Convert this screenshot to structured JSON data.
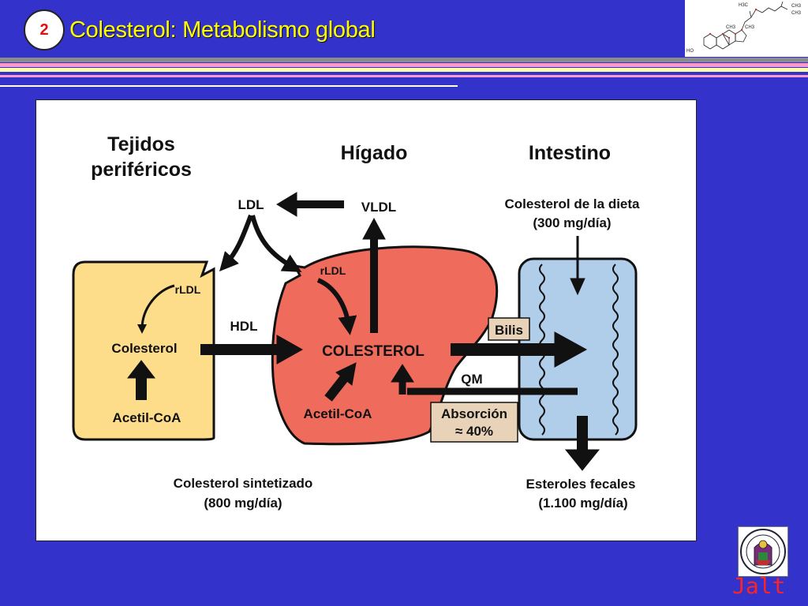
{
  "slide": {
    "number": "2",
    "title": "Colesterol: Metabolismo global",
    "signature": "Jalt"
  },
  "molecule": {
    "labels": [
      "H3C",
      "CH3",
      "CH3",
      "CH3",
      "CH3",
      "HO"
    ]
  },
  "diagram": {
    "headers": {
      "peripheral_line1": "Tejidos",
      "peripheral_line2": "periféricos",
      "liver": "Hígado",
      "intestine": "Intestino"
    },
    "labels": {
      "ldl": "LDL",
      "vldl": "VLDL",
      "diet_line1": "Colesterol de la dieta",
      "diet_line2": "(300 mg/día)",
      "rldl_peripheral": "rLDL",
      "rldl_liver": "rLDL",
      "hdl": "HDL",
      "cholesterol_peripheral": "Colesterol",
      "acetyl_peripheral": "Acetil-CoA",
      "cholesterol_liver": "COLESTEROL",
      "acetyl_liver": "Acetil-CoA",
      "bile": "Bilis",
      "qm": "QM",
      "absorption_line1": "Absorción",
      "absorption_line2": "≈ 40%",
      "synth_line1": "Colesterol sintetizado",
      "synth_line2": "(800 mg/día)",
      "fecal_line1": "Esteroles fecales",
      "fecal_line2": "(1.100 mg/día)"
    }
  },
  "colors": {
    "background": "#3333cc",
    "title": "#ffff00",
    "peripheral_tissue": "#fddc8a",
    "liver": "#ef6b5b",
    "intestine": "#b0cdea",
    "label_box": "#e8d2b8",
    "signature": "#ff2222"
  }
}
